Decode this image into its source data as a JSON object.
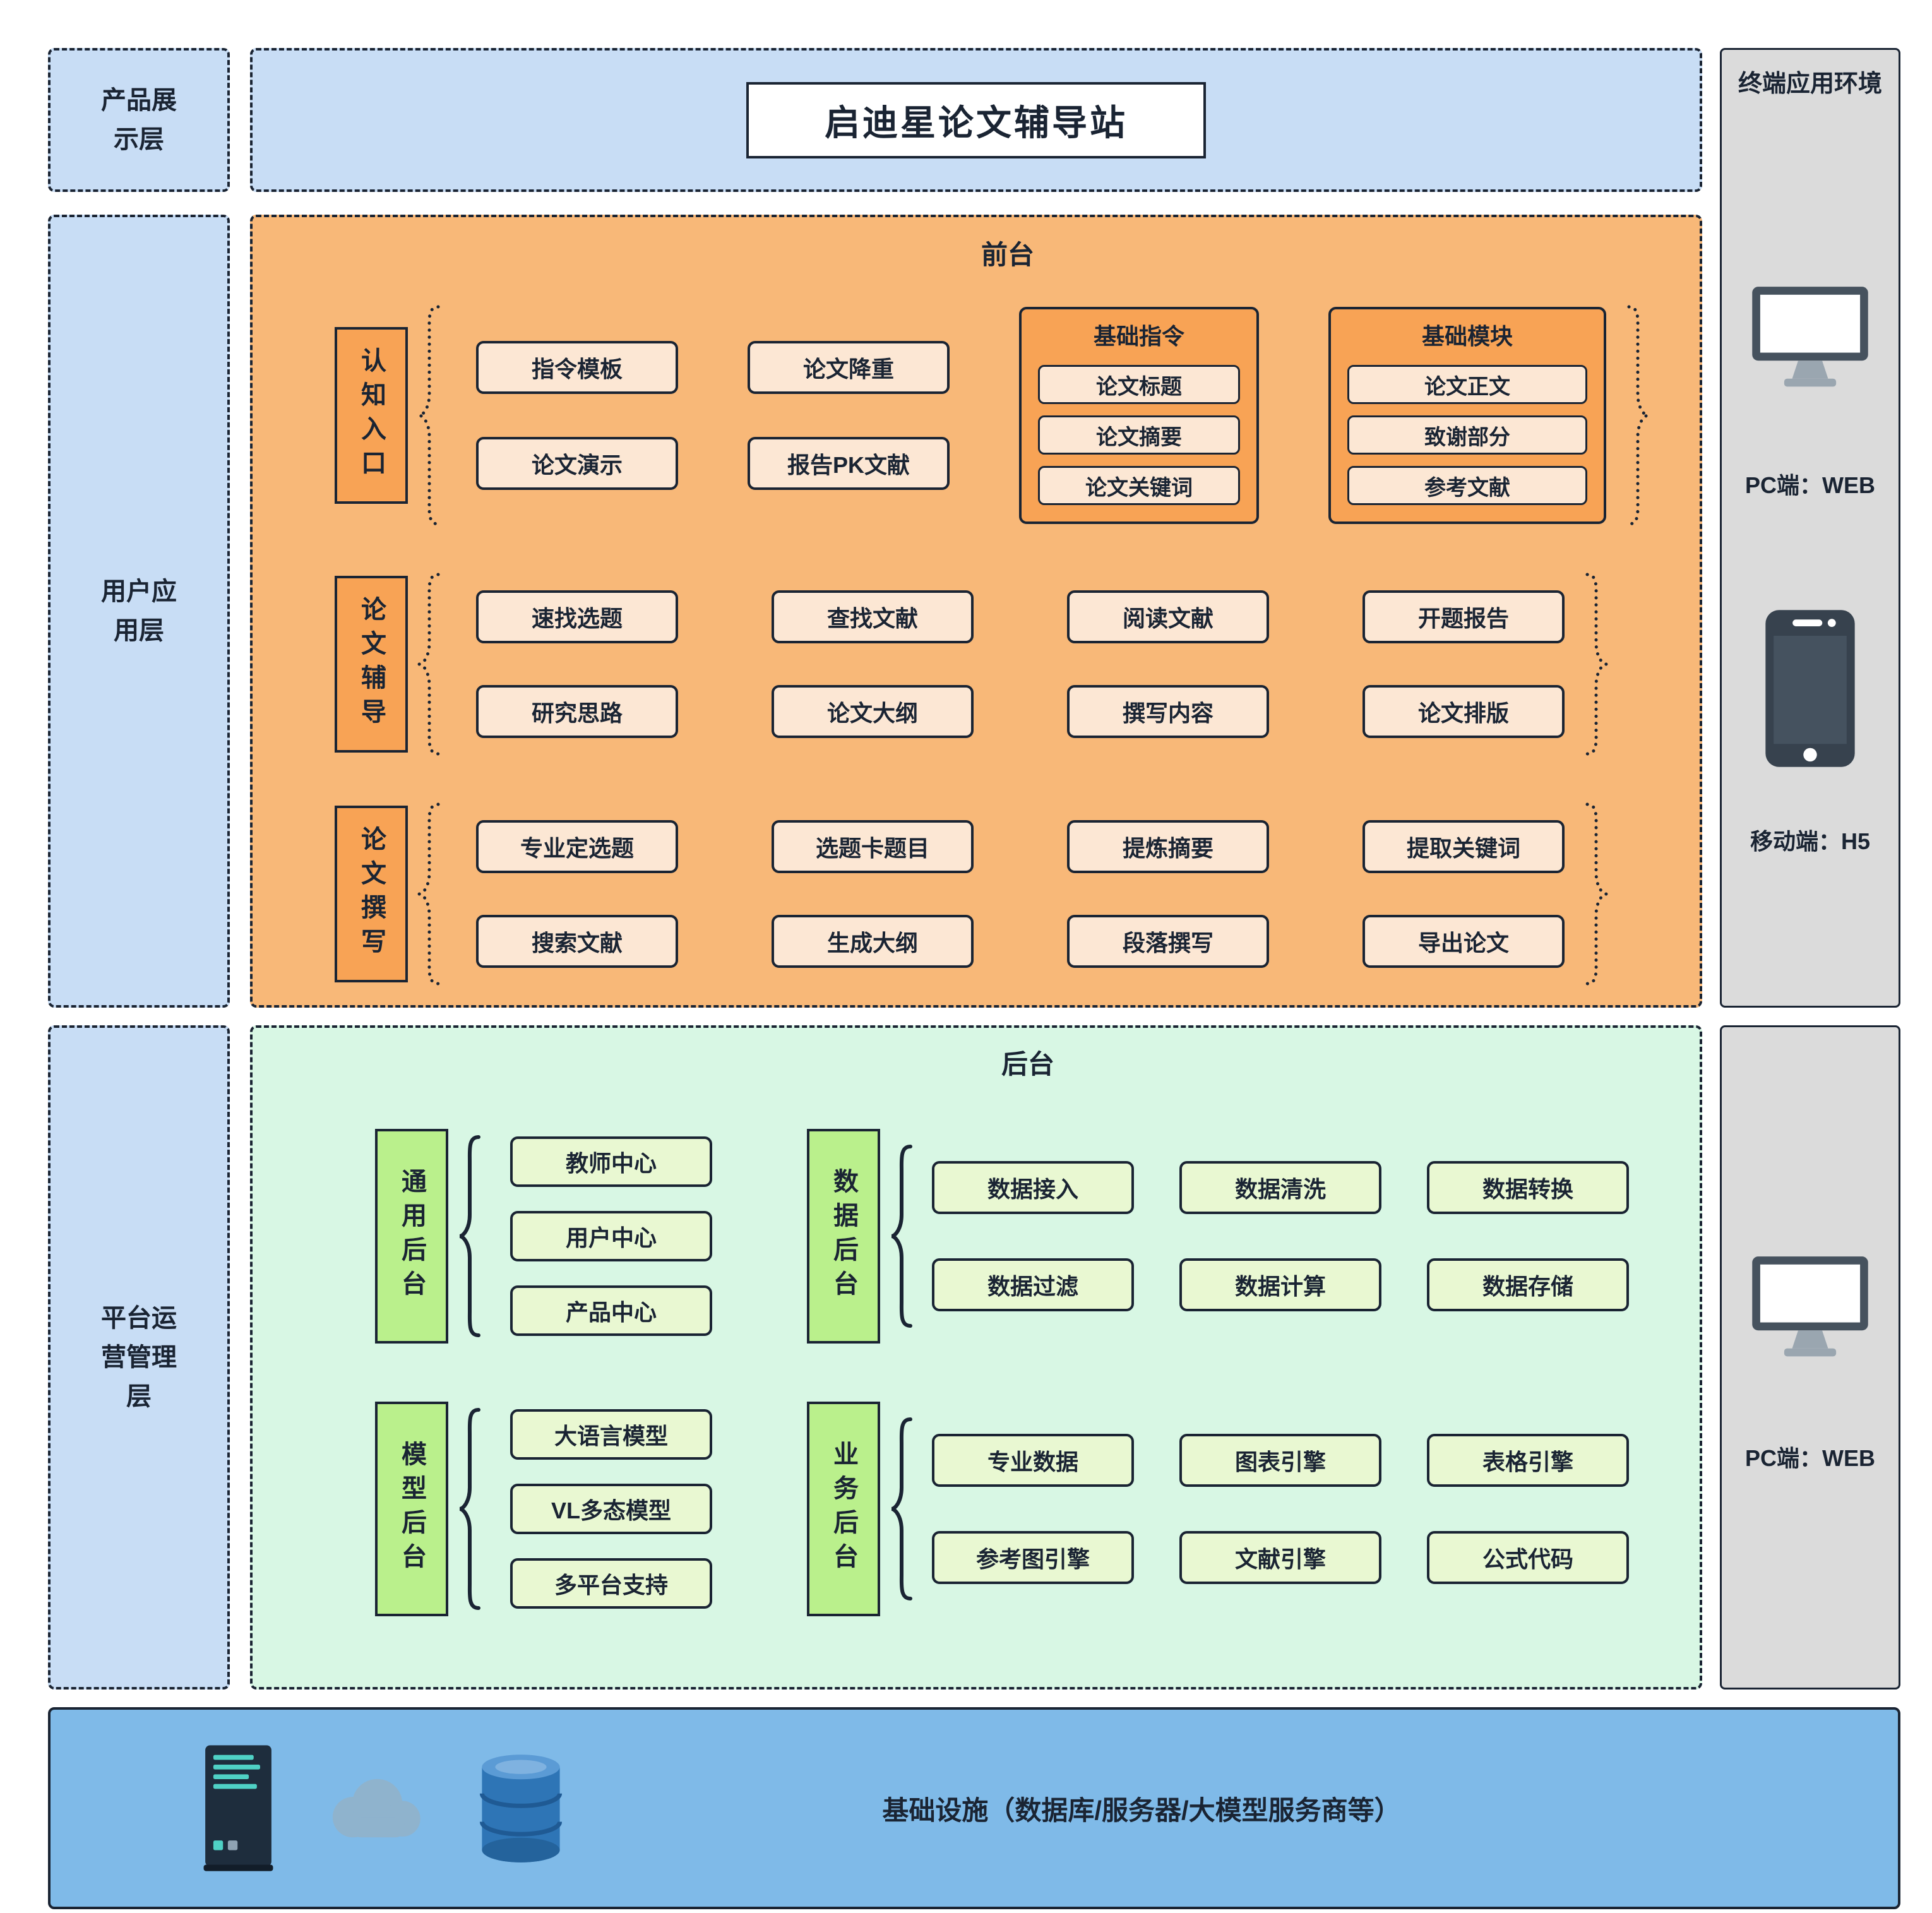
{
  "title": "启迪星论文辅导站",
  "left_layers": {
    "layer1": "产品展示层",
    "layer2": "用户应用层",
    "layer3": "平台运营管理层"
  },
  "frontend": {
    "label": "前台",
    "rows": [
      {
        "category": "认知入口",
        "items": [
          "指令模板",
          "论文演示",
          "论文降重",
          "报告PK文献"
        ],
        "groups": [
          {
            "title": "基础指令",
            "items": [
              "论文标题",
              "论文摘要",
              "论文关键词"
            ]
          },
          {
            "title": "基础模块",
            "items": [
              "论文正文",
              "致谢部分",
              "参考文献"
            ]
          }
        ]
      },
      {
        "category": "论文辅导",
        "items": [
          "速找选题",
          "研究思路",
          "查找文献",
          "论文大纲",
          "阅读文献",
          "撰写内容",
          "开题报告",
          "论文排版"
        ]
      },
      {
        "category": "论文撰写",
        "items": [
          "专业定选题",
          "搜索文献",
          "选题卡题目",
          "生成大纲",
          "提炼摘要",
          "段落撰写",
          "提取关键词",
          "导出论文"
        ]
      }
    ]
  },
  "backend": {
    "label": "后台",
    "clusters": [
      {
        "category": "通用后台",
        "items": [
          "教师中心",
          "用户中心",
          "产品中心"
        ]
      },
      {
        "category": "数据后台",
        "items": [
          "数据接入",
          "数据清洗",
          "数据转换",
          "数据过滤",
          "数据计算",
          "数据存储"
        ]
      },
      {
        "category": "模型后台",
        "items": [
          "大语言模型",
          "VL多态模型",
          "多平台支持"
        ]
      },
      {
        "category": "业务后台",
        "items": [
          "专业数据",
          "图表引擎",
          "表格引擎",
          "参考图引擎",
          "文献引擎",
          "公式代码"
        ]
      }
    ]
  },
  "terminal_panel": {
    "title": "终端应用环境",
    "pc_web": "PC端：WEB",
    "mobile_h5": "移动端：H5"
  },
  "ops_panel": {
    "pc_web": "PC端：WEB"
  },
  "infrastructure": {
    "label": "基础设施（数据库/服务器/大模型服务商等）"
  },
  "icons": {
    "terminal_pc": "monitor-icon",
    "terminal_mobile": "smartphone-icon",
    "ops_pc": "monitor-icon",
    "infrastructure": [
      "server-icon",
      "cloud-icon",
      "database-icon"
    ]
  },
  "colors": {
    "blue_panel": "#c8ddf5",
    "orange_panel": "#f8b878",
    "orange_category": "#f8a355",
    "orange_item": "#fce7d4",
    "green_panel": "#d8f7e4",
    "green_category": "#baf08c",
    "green_item": "#e9f8d2",
    "gray_panel": "#dbdbdb",
    "infra_bar": "#7fbae8",
    "border": "#1a2433"
  }
}
